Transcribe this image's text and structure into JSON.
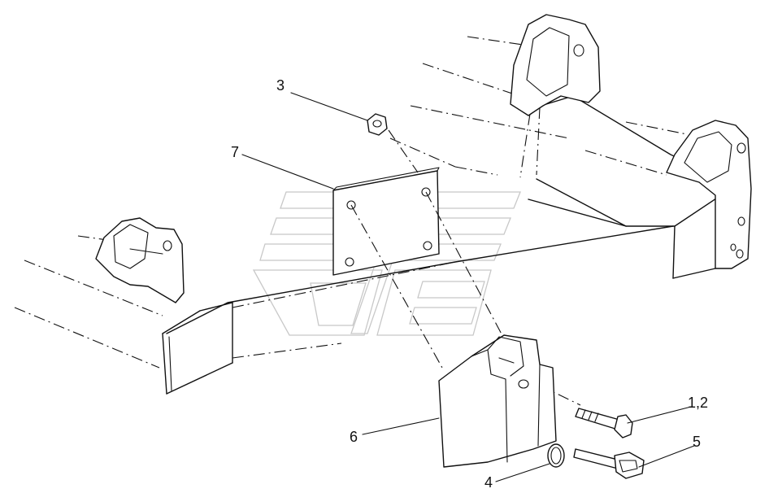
{
  "diagram": {
    "callouts": {
      "c1": "3",
      "c2": "7",
      "c3": "6",
      "c4": "1,2",
      "c5": "5",
      "c6": "4"
    },
    "colors": {
      "line": "#111111",
      "watermark": "#c8c8c8",
      "background": "#ffffff"
    }
  }
}
